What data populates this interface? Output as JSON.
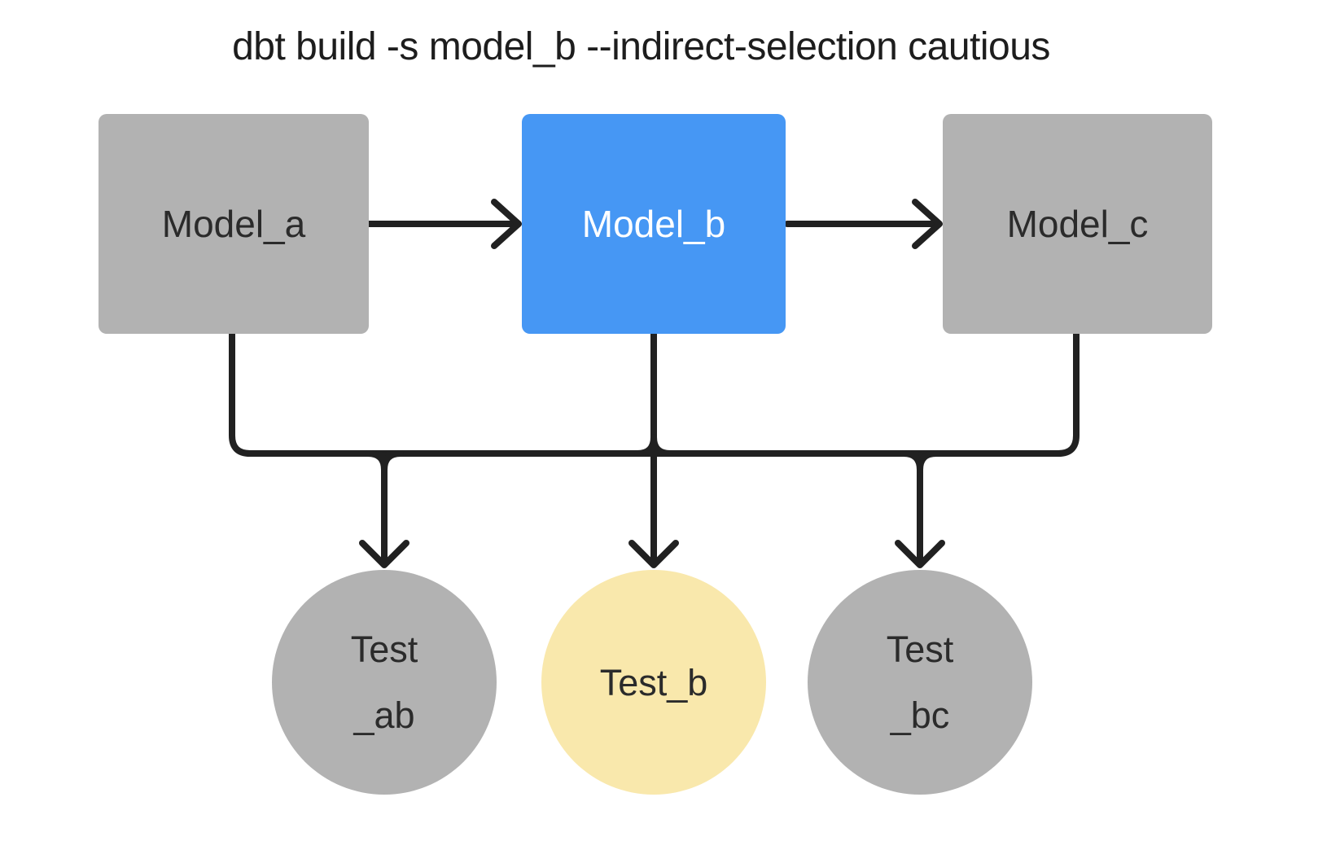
{
  "title": "dbt build -s model_b --indirect-selection cautious",
  "colors": {
    "background": "#ffffff",
    "node_gray": "#b2b2b2",
    "node_blue": "#4697f4",
    "node_yellow": "#f9e8ac",
    "edge": "#212121",
    "text_dark": "#2b2b2b",
    "text_on_blue": "#ffffff",
    "title_text": "#1d1d1d"
  },
  "nodes": {
    "models": [
      {
        "id": "model_a",
        "label": "Model_a",
        "fill": "gray"
      },
      {
        "id": "model_b",
        "label": "Model_b",
        "fill": "blue"
      },
      {
        "id": "model_c",
        "label": "Model_c",
        "fill": "gray"
      }
    ],
    "tests": [
      {
        "id": "test_ab",
        "lines": [
          "Test",
          "_ab"
        ],
        "fill": "gray"
      },
      {
        "id": "test_b",
        "lines": [
          "Test_b"
        ],
        "fill": "yellow"
      },
      {
        "id": "test_bc",
        "lines": [
          "Test",
          "_bc"
        ],
        "fill": "gray"
      }
    ]
  },
  "edges": [
    {
      "from": "model_a",
      "to": "model_b"
    },
    {
      "from": "model_b",
      "to": "model_c"
    },
    {
      "from": "model_a",
      "to": "test_ab"
    },
    {
      "from": "model_b",
      "to": "test_ab"
    },
    {
      "from": "model_b",
      "to": "test_b"
    },
    {
      "from": "model_b",
      "to": "test_bc"
    },
    {
      "from": "model_c",
      "to": "test_bc"
    }
  ]
}
